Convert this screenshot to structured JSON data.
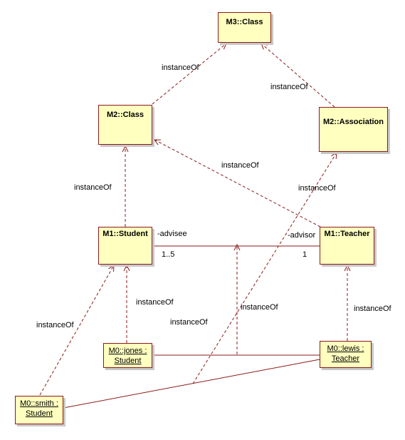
{
  "classes": {
    "m3_class": "M3::Class",
    "m2_class": "M2::Class",
    "m2_association": "M2::Association",
    "m1_student": "M1::Student",
    "m1_teacher": "M1::Teacher"
  },
  "objects": {
    "jones": {
      "line1": "M0::jones :",
      "line2": "Student"
    },
    "lewis": {
      "line1": "M0::lewis :",
      "line2": "Teacher"
    },
    "smith": {
      "line1": "M0::smith :",
      "line2": "Student"
    }
  },
  "association": {
    "advisee_role": "-advisee",
    "advisee_multiplicity": "1..5",
    "advisor_role": "-advisor",
    "advisor_multiplicity": "1"
  },
  "dependency_label": "instanceOf",
  "colors": {
    "box_fill": "#ffffc0",
    "line": "#8b1a1a",
    "shadow": "#c8c8c8"
  }
}
